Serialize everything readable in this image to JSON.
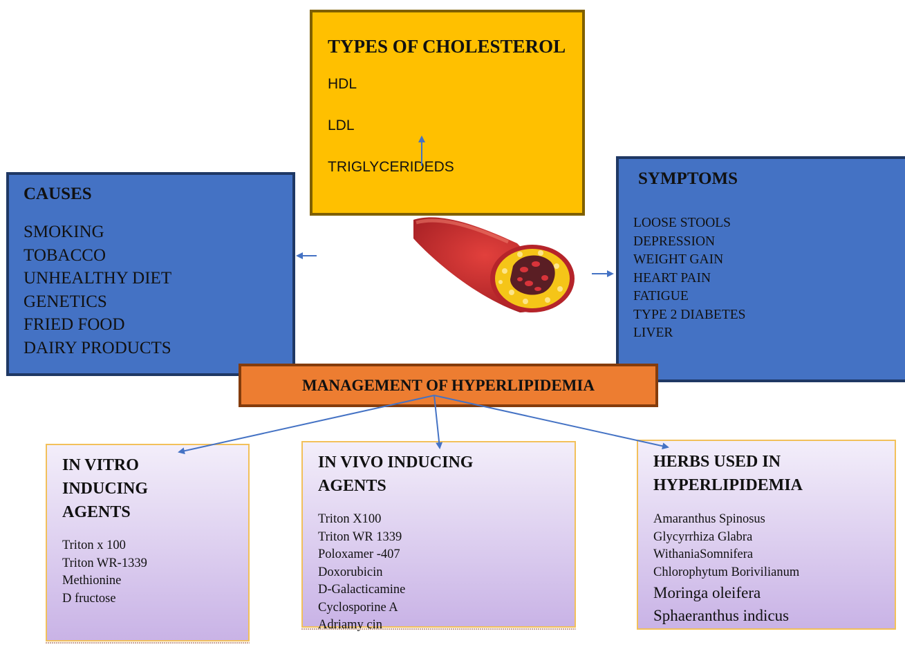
{
  "types": {
    "title": "TYPES OF CHOLESTEROL",
    "items": [
      "HDL",
      "LDL",
      "TRIGLYCERIDEDS"
    ]
  },
  "causes": {
    "title": "CAUSES",
    "items": [
      "SMOKING",
      "TOBACCO",
      "UNHEALTHY DIET",
      "GENETICS",
      "FRIED FOOD",
      "DAIRY PRODUCTS"
    ]
  },
  "symptoms": {
    "title": "SYMPTOMS",
    "items": [
      "LOOSE STOOLS",
      "DEPRESSION",
      "WEIGHT GAIN",
      "HEART PAIN",
      "FATIGUE",
      "TYPE 2 DIABETES",
      "LIVER"
    ]
  },
  "management": {
    "title": "MANAGEMENT OF HYPERLIPIDEMIA"
  },
  "in_vitro": {
    "title_lines": [
      "IN VITRO",
      "INDUCING",
      "AGENTS"
    ],
    "items": [
      "Triton x 100",
      "Triton WR-1339",
      "Methionine",
      "D fructose"
    ]
  },
  "in_vivo": {
    "title_lines": [
      "IN VIVO INDUCING",
      "AGENTS"
    ],
    "items": [
      "Triton X100",
      "Triton WR 1339",
      "Poloxamer -407",
      "Doxorubicin",
      "D-Galacticamine",
      "Cyclosporine A",
      "Adriamy cin"
    ]
  },
  "herbs": {
    "title_lines": [
      "HERBS USED IN",
      "HYPERLIPIDEMIA"
    ],
    "items": [
      "Amaranthus Spinosus",
      "Glycyrrhiza Glabra",
      "WithaniaSomnifera",
      "Chlorophytum Borivilianum"
    ],
    "items_large": [
      "Moringa oleifera",
      "Sphaeranthus indicus"
    ]
  },
  "colors": {
    "types_fill": "#ffc000",
    "blue_fill": "#4472c4",
    "orange_fill": "#ed7d31",
    "arrow": "#4472c4",
    "artery_red": "#c0272d",
    "plaque_yellow": "#f5c518"
  },
  "icons": [
    "artery-cross-section-icon"
  ]
}
